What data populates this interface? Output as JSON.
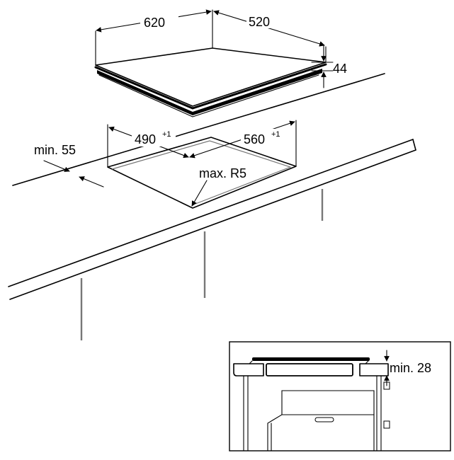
{
  "dimensions": {
    "hob_width": "620",
    "hob_depth": "520",
    "hob_height": "44",
    "front_clearance": "min. 55",
    "cutout_depth": "490",
    "cutout_depth_tolerance": "+1",
    "cutout_width": "560",
    "cutout_width_tolerance": "+1",
    "corner_radius": "max. R5",
    "inset_clearance": "min. 28"
  }
}
